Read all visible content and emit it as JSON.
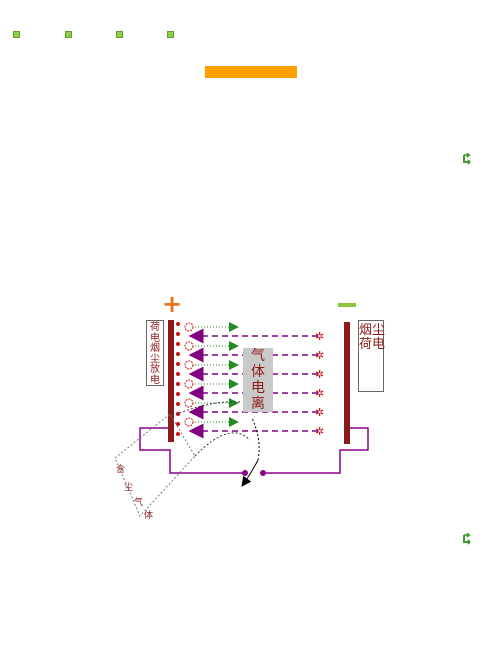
{
  "icons": {
    "bullet": "small-green-square-icon",
    "refresh": "green-refresh-arrow-icon"
  },
  "colors": {
    "bullet": "#8fce4a",
    "bar": "#ffa000",
    "plate": "#8b1a1a",
    "plus": "#e8731a",
    "minus": "#8cc63f",
    "wire": "#8b008b",
    "dot": "#cc1111",
    "arrow_green": "#228b22",
    "arrow_purple": "#800080"
  },
  "diagram": {
    "plus_sign": "+",
    "minus_sign": "—",
    "left_label": "荷电烟尘放电",
    "right_label": "烟尘荷电",
    "center_label": "气体电离",
    "tilt_label_chars": [
      "含",
      "尘",
      "气",
      "体"
    ]
  }
}
